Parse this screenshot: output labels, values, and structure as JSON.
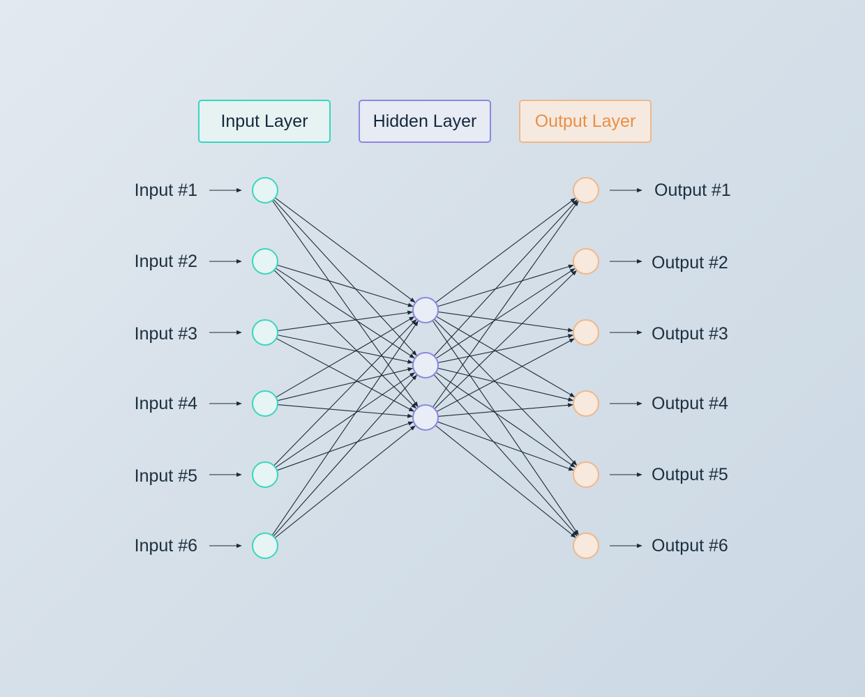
{
  "legend": {
    "input_label": "Input Layer",
    "hidden_label": "Hidden Layer",
    "output_label": "Output Layer"
  },
  "inputs": [
    "Input #1",
    "Input #2",
    "Input #3",
    "Input #4",
    "Input #5",
    "Input #6"
  ],
  "outputs": [
    "Output #1",
    "Output #2",
    "Output #3",
    "Output #4",
    "Output #5",
    "Output #6"
  ],
  "hidden_node_count": 3,
  "colors": {
    "input_stroke": "#38d6be",
    "input_fill": "#e6f4f3",
    "hidden_stroke": "#8d86e0",
    "hidden_fill": "#e9edf6",
    "output_stroke": "#f0b78a",
    "output_fill": "#f7e9de",
    "edge": "#1b2a38",
    "label_text": "#1c2f3f",
    "output_legend_text": "#e88f45"
  }
}
